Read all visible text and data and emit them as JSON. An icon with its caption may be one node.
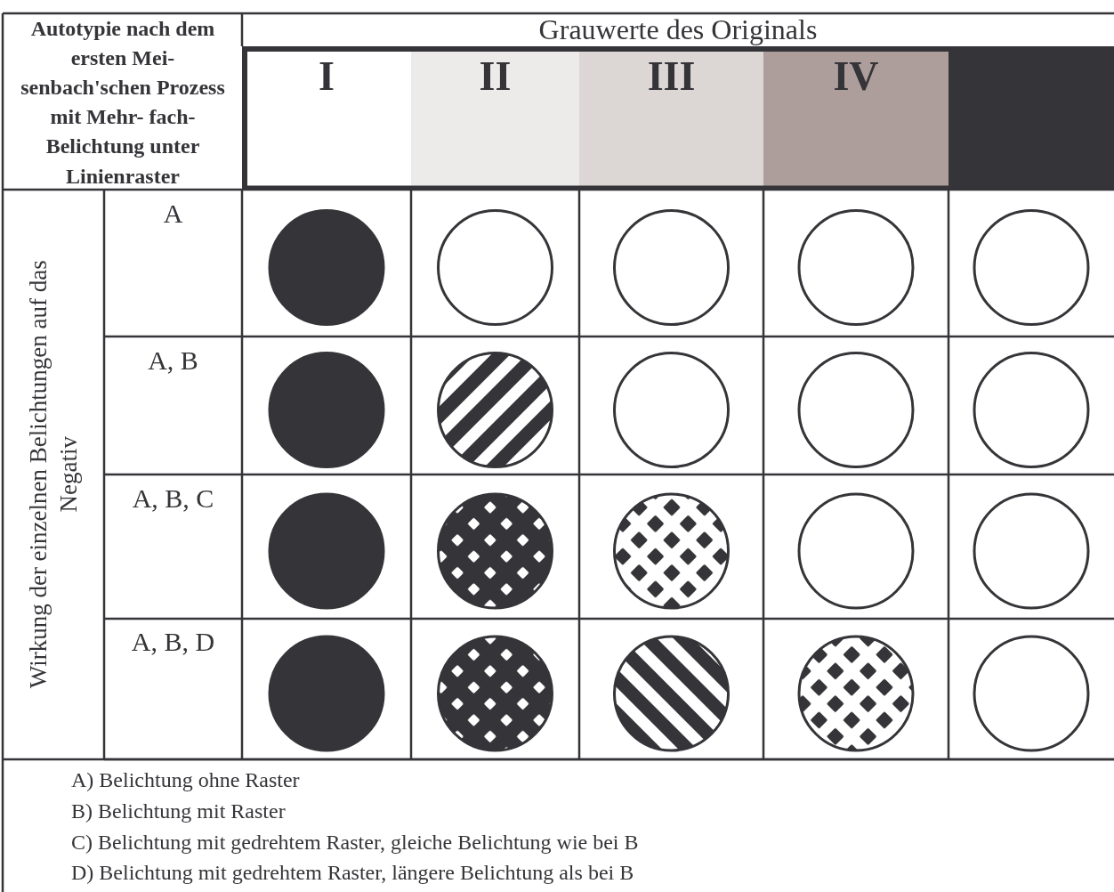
{
  "diagram": {
    "nodes": [
      {
        "text": [],
        "shape": "circle"
      },
      {
        "text": [],
        "shape": "circle"
      },
      {
        "text": [],
        "shape": "circle"
      },
      {
        "text": [],
        "shape": "circle"
      },
      {
        "text": [],
        "shape": "circle"
      },
      {
        "text": [],
        "shape": "circle"
      },
      {
        "text": [],
        "shape": "circle"
      },
      {
        "text": [],
        "shape": "circle"
      },
      {
        "text": [],
        "shape": "circle"
      },
      {
        "text": [],
        "shape": "circle"
      },
      {
        "text": [],
        "shape": "circle"
      },
      {
        "text": [],
        "shape": "circle"
      },
      {
        "text": [],
        "shape": "circle"
      },
      {
        "text": [],
        "shape": "circle"
      },
      {
        "text": [],
        "shape": "circle"
      },
      {
        "text": [],
        "shape": "circle"
      },
      {
        "text": [],
        "shape": "circle"
      },
      {
        "text": [],
        "shape": "circle"
      },
      {
        "text": [],
        "shape": "circle"
      },
      {
        "text": [],
        "shape": "circle"
      }
    ],
    "labels": [
      "Autotypie nach dem ersten Mei- senbach'schen Prozess mit Mehr- fach-Belichtung unter Linienraster",
      "Grauwerte des Originals",
      "I",
      "II",
      "III",
      "IV",
      "Wirkung der einzelnen Belichtungen auf das Negativ",
      "A",
      "A, B",
      "A, B, C",
      "A, B, D",
      "A) Belichtung ohne Raster",
      "B) Belichtung mit Raster",
      "C) Belichtung mit gedrehtem Raster, gleiche Belichtung wie bei B",
      "D) Belichtung mit gedrehtem Raster, längere Belichtung als bei B"
    ]
  }
}
